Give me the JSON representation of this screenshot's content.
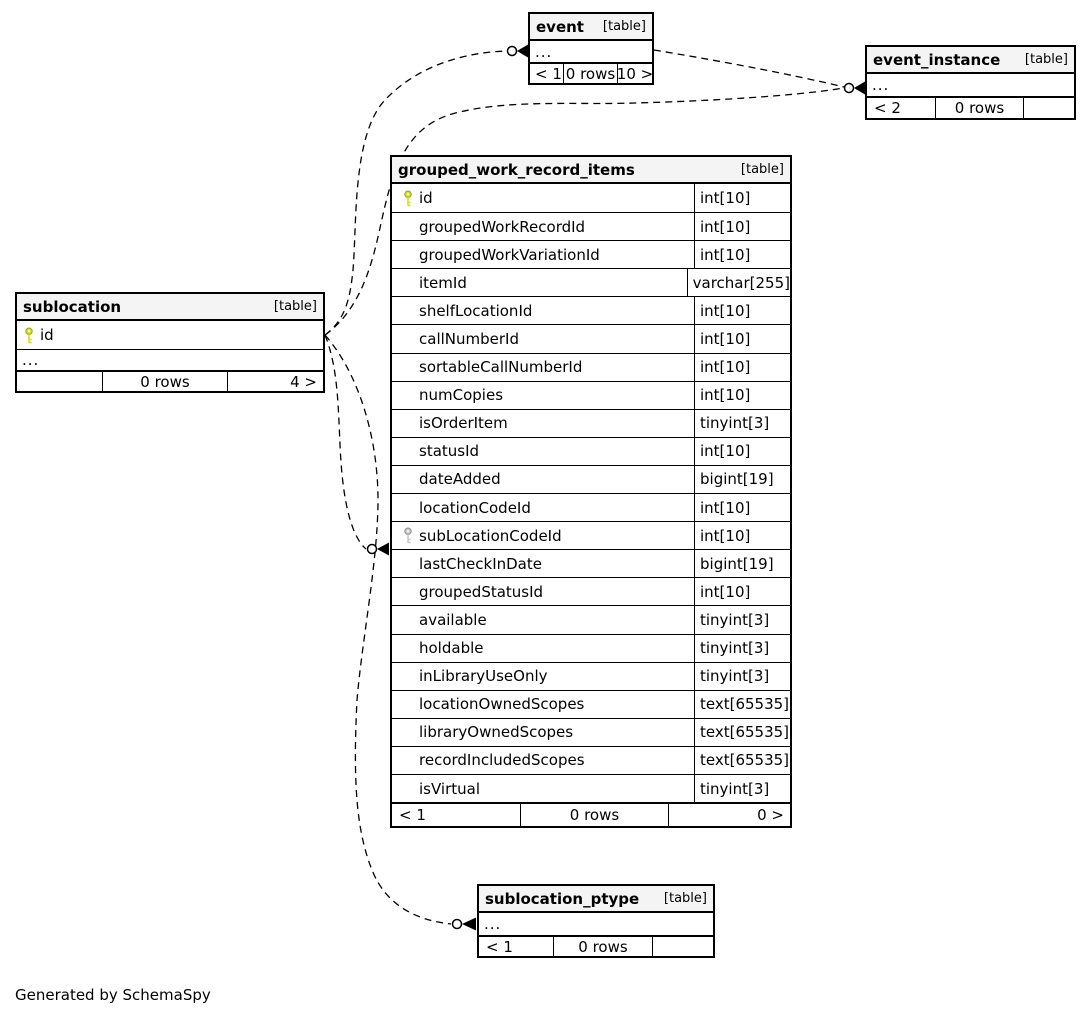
{
  "page": {
    "note": "Generated by SchemaSpy"
  },
  "colors": {
    "header_bg": "#f4f4f4",
    "border": "#000000",
    "relationship_line": "#000000",
    "primary_key_icon": "#d9e021",
    "foreign_key_icon": "#c9c9c9"
  },
  "tables": {
    "event": {
      "name": "event",
      "tag": "[table]",
      "body_ellipsis": "...",
      "footer": {
        "parents": "< 1",
        "rows": "0 rows",
        "children": "10 >"
      }
    },
    "event_instance": {
      "name": "event_instance",
      "tag": "[table]",
      "body_ellipsis": "...",
      "footer": {
        "parents": "< 2",
        "rows": "0 rows",
        "children": ""
      }
    },
    "sublocation": {
      "name": "sublocation",
      "tag": "[table]",
      "primary_key_column": "id",
      "body_ellipsis": "...",
      "footer": {
        "parents": "",
        "rows": "0 rows",
        "children": "4 >"
      }
    },
    "grouped_work_record_items": {
      "name": "grouped_work_record_items",
      "tag": "[table]",
      "columns": [
        {
          "name": "id",
          "type": "int[10]",
          "key": "primary"
        },
        {
          "name": "groupedWorkRecordId",
          "type": "int[10]",
          "key": ""
        },
        {
          "name": "groupedWorkVariationId",
          "type": "int[10]",
          "key": ""
        },
        {
          "name": "itemId",
          "type": "varchar[255]",
          "key": ""
        },
        {
          "name": "shelfLocationId",
          "type": "int[10]",
          "key": ""
        },
        {
          "name": "callNumberId",
          "type": "int[10]",
          "key": ""
        },
        {
          "name": "sortableCallNumberId",
          "type": "int[10]",
          "key": ""
        },
        {
          "name": "numCopies",
          "type": "int[10]",
          "key": ""
        },
        {
          "name": "isOrderItem",
          "type": "tinyint[3]",
          "key": ""
        },
        {
          "name": "statusId",
          "type": "int[10]",
          "key": ""
        },
        {
          "name": "dateAdded",
          "type": "bigint[19]",
          "key": ""
        },
        {
          "name": "locationCodeId",
          "type": "int[10]",
          "key": ""
        },
        {
          "name": "subLocationCodeId",
          "type": "int[10]",
          "key": "foreign"
        },
        {
          "name": "lastCheckInDate",
          "type": "bigint[19]",
          "key": ""
        },
        {
          "name": "groupedStatusId",
          "type": "int[10]",
          "key": ""
        },
        {
          "name": "available",
          "type": "tinyint[3]",
          "key": ""
        },
        {
          "name": "holdable",
          "type": "tinyint[3]",
          "key": ""
        },
        {
          "name": "inLibraryUseOnly",
          "type": "tinyint[3]",
          "key": ""
        },
        {
          "name": "locationOwnedScopes",
          "type": "text[65535]",
          "key": ""
        },
        {
          "name": "libraryOwnedScopes",
          "type": "text[65535]",
          "key": ""
        },
        {
          "name": "recordIncludedScopes",
          "type": "text[65535]",
          "key": ""
        },
        {
          "name": "isVirtual",
          "type": "tinyint[3]",
          "key": ""
        }
      ],
      "footer": {
        "parents": "< 1",
        "rows": "0 rows",
        "children": "0 >"
      }
    },
    "sublocation_ptype": {
      "name": "sublocation_ptype",
      "tag": "[table]",
      "body_ellipsis": "...",
      "footer": {
        "parents": "< 1",
        "rows": "0 rows",
        "children": ""
      }
    }
  },
  "relationships": [
    {
      "from": "sublocation.id",
      "to": "event"
    },
    {
      "from": "sublocation.id",
      "to": "event_instance"
    },
    {
      "from": "sublocation.id",
      "to": "grouped_work_record_items.subLocationCodeId"
    },
    {
      "from": "sublocation.id",
      "to": "sublocation_ptype"
    },
    {
      "from": "event",
      "to": "event_instance"
    }
  ]
}
